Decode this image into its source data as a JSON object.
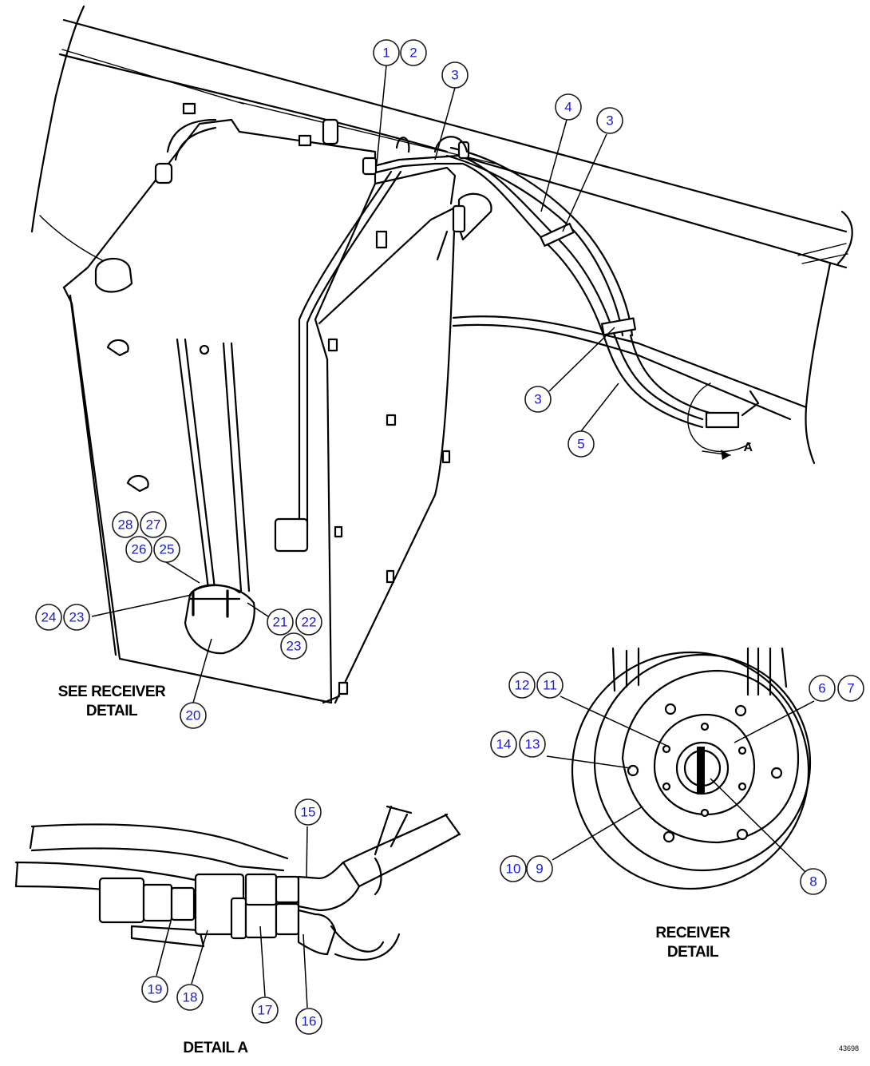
{
  "diagram": {
    "colors": {
      "callout_text": "#1a1ad6",
      "line": "#000000",
      "background": "#ffffff"
    },
    "captions": {
      "see_receiver_detail_line1": "SEE RECEIVER",
      "see_receiver_detail_line2": "DETAIL",
      "receiver_detail_line1": "RECEIVER",
      "receiver_detail_line2": "DETAIL",
      "detail_a": "DETAIL A",
      "view_a_arrow": "A",
      "figure_number": "43698"
    },
    "callouts": {
      "c1": "1",
      "c2": "2",
      "c3a": "3",
      "c4": "4",
      "c3b": "3",
      "c3c": "3",
      "c5": "5",
      "c28": "28",
      "c27": "27",
      "c26": "26",
      "c25": "25",
      "c24": "24",
      "c23a": "23",
      "c21": "21",
      "c22": "22",
      "c23b": "23",
      "c20": "20",
      "c12": "12",
      "c11": "11",
      "c6": "6",
      "c7": "7",
      "c14": "14",
      "c13": "13",
      "c10": "10",
      "c9": "9",
      "c8": "8",
      "c15": "15",
      "c19": "19",
      "c18": "18",
      "c17": "17",
      "c16": "16"
    }
  }
}
